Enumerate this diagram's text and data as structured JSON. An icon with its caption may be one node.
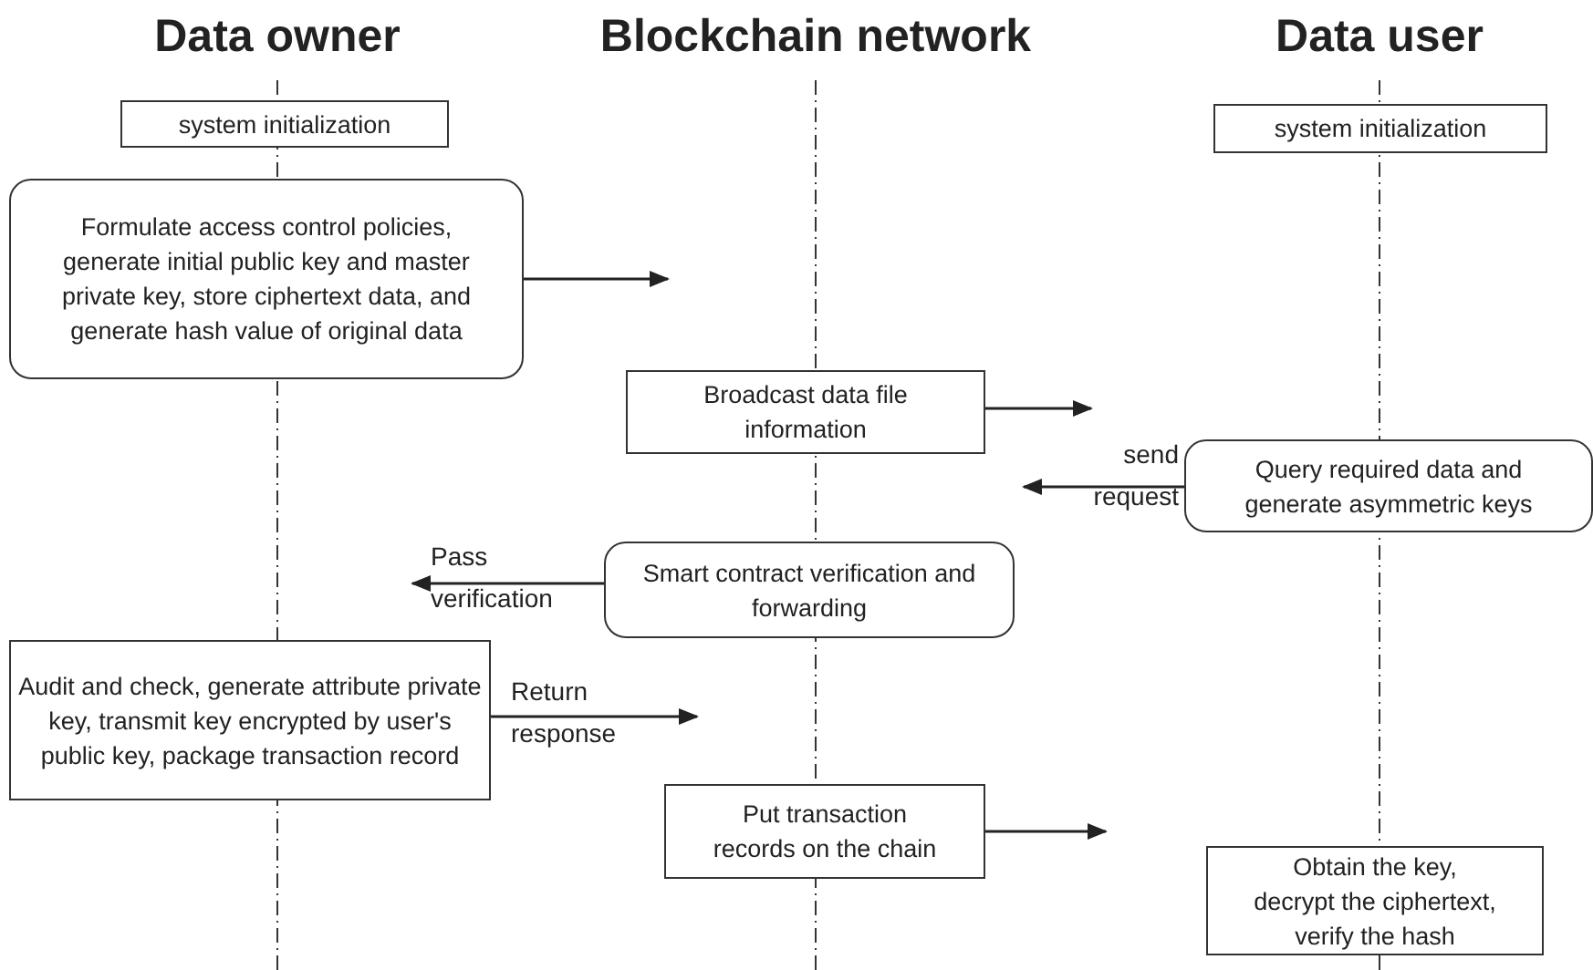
{
  "diagram": {
    "nodes": [
      {
        "text": [
          "system initialization"
        ]
      },
      {
        "text": [
          "Formulate access control policies, generate initial public key and master private key, store ciphertext data, and generate hash value of original data"
        ]
      },
      {
        "text": [
          "Broadcast data file information"
        ]
      },
      {
        "text": [
          "system initialization"
        ]
      },
      {
        "text": [
          "Query required data and generate asymmetric keys"
        ]
      },
      {
        "text": [
          "Smart contract verification and forwarding"
        ]
      },
      {
        "text": [
          "Audit and check, generate attribute private key, transmit key encrypted by user's public key, package transaction record"
        ]
      },
      {
        "text": [
          "Put transaction records on the chain"
        ]
      },
      {
        "text": [
          "Obtain the key, decrypt the ciphertext, verify the hash"
        ]
      }
    ],
    "edges": [
      {
        "from": 1,
        "to": null,
        "arrow": "to"
      },
      {
        "from": 2,
        "to": null,
        "arrow": "to"
      },
      {
        "from": 4,
        "to": null,
        "arrow": "to",
        "label": "send request"
      },
      {
        "from": 5,
        "to": null,
        "arrow": "to",
        "label": "Pass verification"
      },
      {
        "from": 6,
        "to": null,
        "arrow": "to",
        "label": "Return response"
      },
      {
        "from": 7,
        "to": null,
        "arrow": "to"
      }
    ],
    "labels": [
      "Data owner",
      "Blockchain network",
      "Data user"
    ]
  }
}
